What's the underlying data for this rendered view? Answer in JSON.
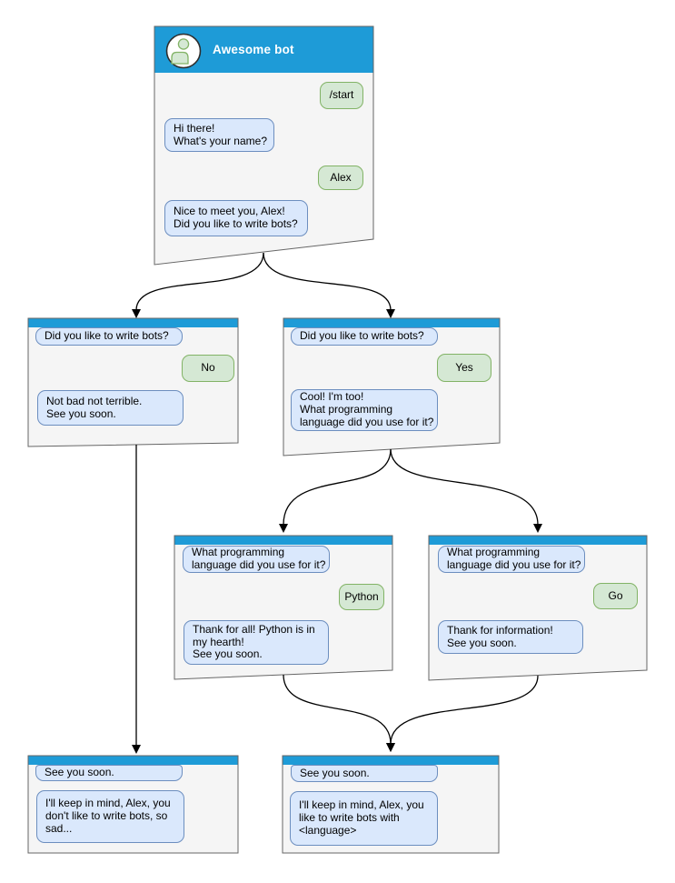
{
  "colors": {
    "header_blue": "#1E9BD7",
    "window_fill": "#F5F5F5",
    "window_border": "#666666",
    "bot_bubble_fill": "#DAE8FC",
    "bot_bubble_border": "#6C8EBF",
    "user_bubble_fill": "#D5E8D4",
    "user_bubble_border": "#82B366"
  },
  "main_window": {
    "title": "Awesome bot",
    "avatar_icon": "person-icon",
    "messages": {
      "start_command": "/start",
      "greeting": "Hi there!\nWhat's your name?",
      "user_name": "Alex",
      "ask_bots": "Nice to meet you, Alex!\nDid you like to write bots?"
    }
  },
  "no_branch": {
    "question": "Did you like to write bots?",
    "answer": "No",
    "reply": "Not bad not terrible.\nSee you soon."
  },
  "yes_branch": {
    "question": "Did you like to write bots?",
    "answer": "Yes",
    "reply": "Cool! I'm too!\nWhat programming\nlanguage did you use for it?"
  },
  "python_branch": {
    "question": "What programming\nlanguage did you use for it?",
    "answer": "Python",
    "reply": "Thank for all! Python is in\nmy hearth!\nSee you soon."
  },
  "go_branch": {
    "question": "What programming\nlanguage did you use for it?",
    "answer": "Go",
    "reply": "Thank for information!\nSee you soon."
  },
  "end_no_branch": {
    "question": "See you soon.",
    "reply": "I'll keep in mind, Alex, you\ndon't like to write bots, so\nsad..."
  },
  "end_yes_branch": {
    "question": "See you soon.",
    "reply": "I'll keep in mind, Alex, you\nlike to write bots with\n<language>"
  }
}
